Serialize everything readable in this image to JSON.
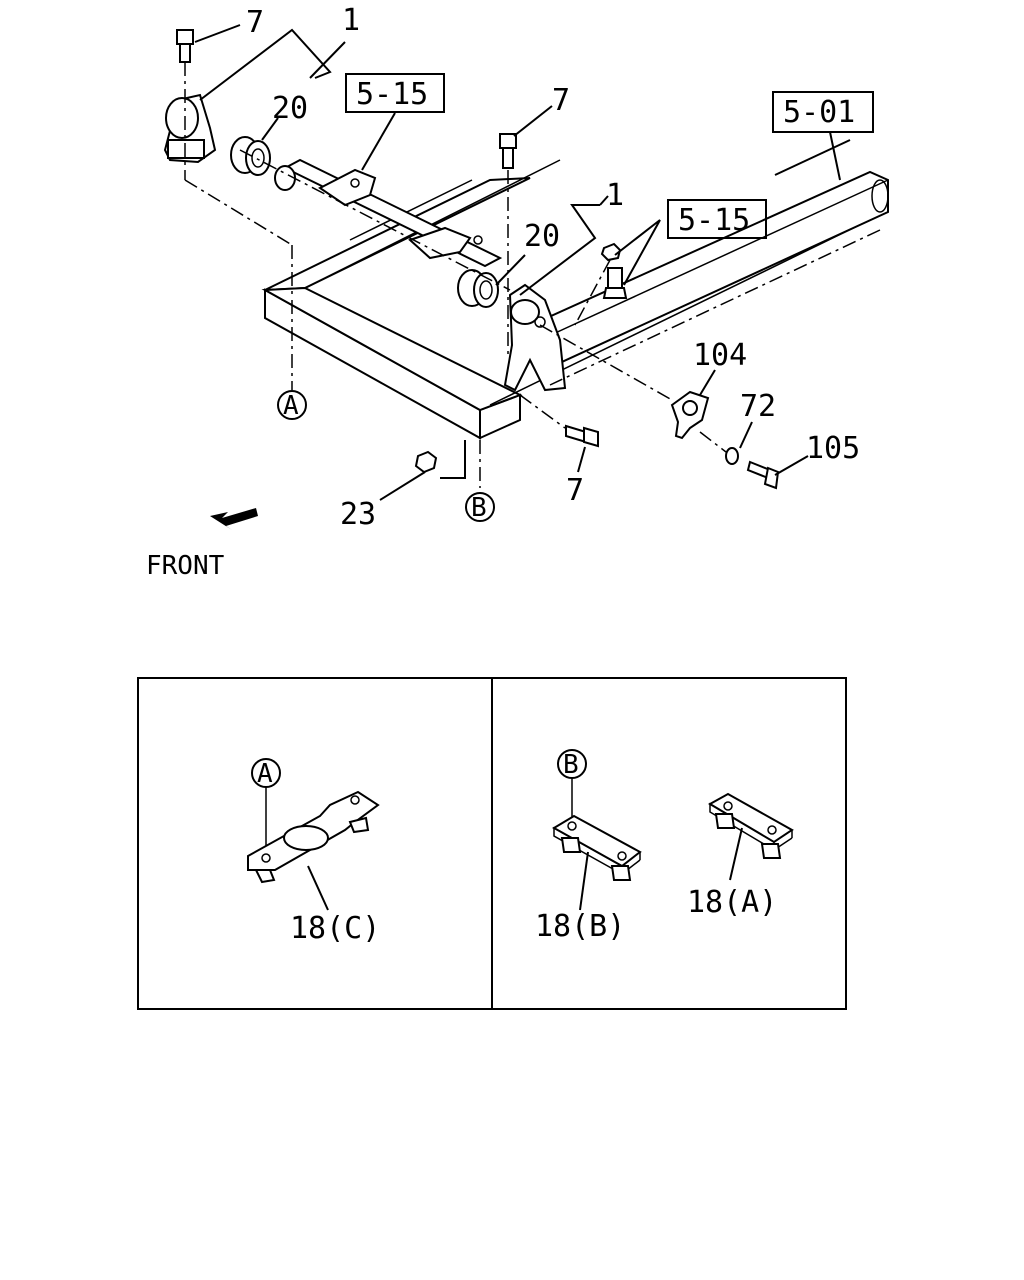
{
  "callouts": {
    "p7_top": "7",
    "p1_top": "1",
    "ref_515_top": "5-15",
    "p20_top": "20",
    "p7_mid": "7",
    "ref_501": "5-01",
    "p1_mid": "1",
    "ref_515_mid": "5-15",
    "p20_mid": "20",
    "p104": "104",
    "p72": "72",
    "p105": "105",
    "p7_bottom": "7",
    "p23": "23",
    "marker_a": "A",
    "marker_b": "B",
    "front": "FRONT"
  },
  "detail_left": {
    "marker": "A",
    "part_label": "18(C)"
  },
  "detail_right": {
    "marker": "B",
    "part_label_b": "18(B)",
    "part_label_a": "18(A)"
  }
}
